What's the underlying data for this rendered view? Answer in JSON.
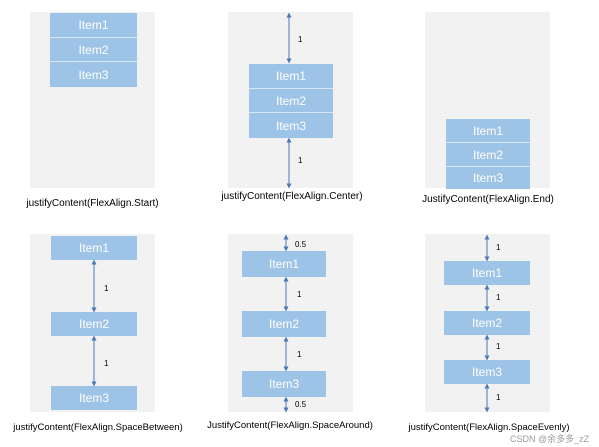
{
  "panels": [
    {
      "caption": "justifyContent(FlexAlign.Start)",
      "items": [
        "Item1",
        "Item2",
        "Item3"
      ],
      "gaps": []
    },
    {
      "caption": "justifyContent(FlexAlign.Center)",
      "items": [
        "Item1",
        "Item2",
        "Item3"
      ],
      "gaps": [
        "1",
        "1"
      ]
    },
    {
      "caption": "JustifyContent(FlexAlign.End)",
      "items": [
        "Item1",
        "Item2",
        "Item3"
      ],
      "gaps": []
    },
    {
      "caption": "justifyContent(FlexAlign.SpaceBetween)",
      "items": [
        "Item1",
        "Item2",
        "Item3"
      ],
      "gaps": [
        "1",
        "1"
      ]
    },
    {
      "caption": "JustifyContent(FlexAlign.SpaceAround)",
      "items": [
        "Item1",
        "Item2",
        "Item3"
      ],
      "gaps": [
        "0.5",
        "1",
        "1",
        "0.5"
      ]
    },
    {
      "caption": "justifyContent(FlexAlign.SpaceEvenly)",
      "items": [
        "Item1",
        "Item2",
        "Item3"
      ],
      "gaps": [
        "1",
        "1",
        "1",
        "1"
      ]
    }
  ],
  "watermark": "CSDN @余多多_zZ",
  "colors": {
    "panel": "#f2f2f2",
    "item": "#9dc3e6",
    "arrow": "#4a7ab8"
  }
}
